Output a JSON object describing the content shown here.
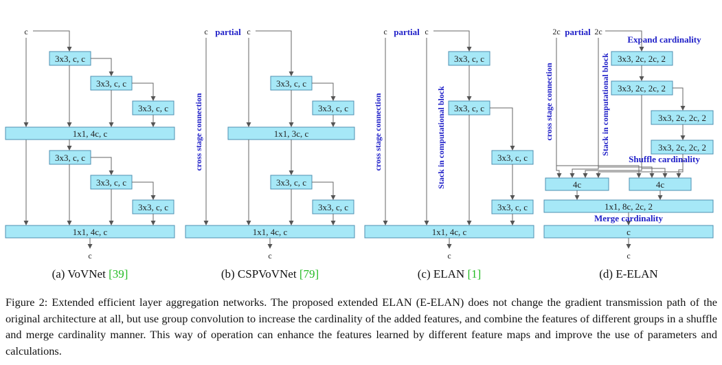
{
  "panels": {
    "a": {
      "input": "c",
      "output": "c",
      "boxes": [
        "3x3, c, c",
        "3x3, c, c",
        "3x3, c, c",
        "1x1, 4c, c",
        "3x3, c, c",
        "3x3, c, c",
        "3x3, c, c",
        "1x1, 4c, c"
      ],
      "caption": "(a) VoVNet",
      "ref": "[39]"
    },
    "b": {
      "input_left": "c",
      "partial": "partial",
      "input_right": "c",
      "output": "c",
      "side_label": "cross stage connection",
      "boxes": [
        "3x3, c, c",
        "3x3, c, c",
        "1x1, 3c, c",
        "3x3, c, c",
        "3x3, c, c",
        "1x1, 4c, c"
      ],
      "caption": "(b) CSPVoVNet",
      "ref": "[79]"
    },
    "c": {
      "input_left": "c",
      "partial": "partial",
      "input_right": "c",
      "output": "c",
      "side_label": "cross stage connection",
      "stack_label": "Stack in computational block",
      "boxes": [
        "3x3, c, c",
        "3x3, c, c",
        "3x3, c, c",
        "3x3, c, c",
        "1x1, 4c, c"
      ],
      "caption": "(c) ELAN",
      "ref": "[1]"
    },
    "d": {
      "input_left": "2c",
      "partial": "partial",
      "input_right": "2c",
      "output": "c",
      "side_label": "cross stage connection",
      "stack_label": "Stack in computational block",
      "expand_label": "Expand cardinality",
      "shuffle_label": "Shuffle cardinality",
      "merge_label": "Merge cardinality",
      "boxes": [
        "3x3, 2c, 2c, 2",
        "3x3, 2c, 2c, 2",
        "3x3, 2c, 2c, 2",
        "3x3, 2c, 2c, 2",
        "4c",
        "4c",
        "1x1, 8c, 2c, 2",
        "c"
      ],
      "caption": "(d) E-ELAN"
    }
  },
  "figure_caption": "Figure 2: Extended efficient layer aggregation networks. The proposed extended ELAN (E-ELAN) does not change the gradient transmission path of the original architecture at all, but use group convolution to increase the cardinality of the added features, and combine the features of different groups in a shuffle and merge cardinality manner. This way of operation can enhance the features learned by different feature maps and improve the use of parameters and calculations.",
  "colors": {
    "box_fill": "#a6e8f7",
    "box_stroke": "#4d8fb0",
    "annotation": "#2020c8",
    "reference": "#22bb22"
  }
}
